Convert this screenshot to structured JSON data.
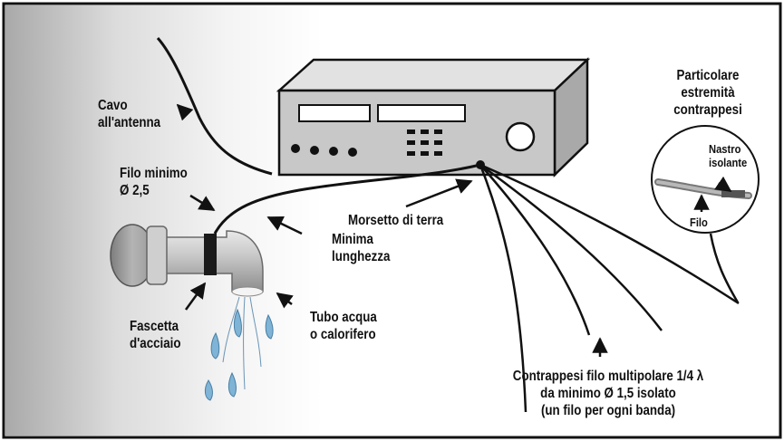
{
  "labels": {
    "cable_line1": "Cavo",
    "cable_line2": "all'antenna",
    "wire_line1": "Filo minimo",
    "wire_line2": "Ø 2,5",
    "ground_terminal": "Morsetto di terra",
    "minlen_line1": "Minima",
    "minlen_line2": "lunghezza",
    "clamp_line1": "Fascetta",
    "clamp_line2": "d'acciaio",
    "pipe_line1": "Tubo acqua",
    "pipe_line2": "o calorifero",
    "detail_line1": "Particolare",
    "detail_line2": "estremità",
    "detail_line3": "contrappesi",
    "tape_line1": "Nastro",
    "tape_line2": "isolante",
    "filo": "Filo",
    "cp_line1": "Contrappesi filo multipolare 1/4 λ",
    "cp_line2": "da minimo Ø 1,5 isolato",
    "cp_line3": "(un filo per ogni banda)"
  },
  "colors": {
    "frame": "#111111",
    "wall_shadow": "#bfbfbf",
    "radio_body": "#c8c8c8",
    "pipe": "#b5b5b5",
    "water": "#7fb4d6"
  }
}
